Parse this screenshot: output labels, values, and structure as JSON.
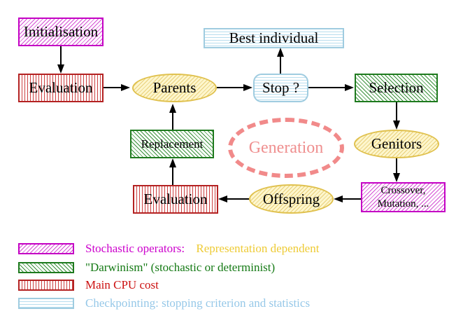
{
  "diagram": {
    "nodes": {
      "initialisation": {
        "label": "Initialisation"
      },
      "evaluation_top": {
        "label": "Evaluation"
      },
      "parents": {
        "label": "Parents"
      },
      "best_individual": {
        "label": "Best individual"
      },
      "stop": {
        "label": "Stop ?"
      },
      "selection": {
        "label": "Selection"
      },
      "genitors": {
        "label": "Genitors"
      },
      "crossover": {
        "label_line1": "Crossover,",
        "label_line2": "Mutation, ..."
      },
      "offspring": {
        "label": "Offspring"
      },
      "evaluation_bottom": {
        "label": "Evaluation"
      },
      "replacement": {
        "label": "Replacement"
      },
      "generation": {
        "label": "Generation"
      }
    },
    "legend": [
      {
        "swatch": "stochastic-operators-hatch",
        "label": "Stochastic operators:",
        "label2": "Representation dependent"
      },
      {
        "swatch": "darwinism-hatch",
        "label": "\"Darwinism\" (stochastic or determinist)"
      },
      {
        "swatch": "main-cpu-cost-hatch",
        "label": "Main CPU cost"
      },
      {
        "swatch": "checkpointing-hatch",
        "label": "Checkpointing: stopping criterion and statistics"
      }
    ],
    "colors": {
      "magenta": "#c400c4",
      "green": "#1e7a1e",
      "red": "#b42222",
      "cyan": "#9fcce0",
      "gold": "#e0c14e",
      "gold_text": "#eecb35",
      "salmon": "#f18a8a",
      "black": "#000000",
      "background": "#ffffff"
    }
  }
}
